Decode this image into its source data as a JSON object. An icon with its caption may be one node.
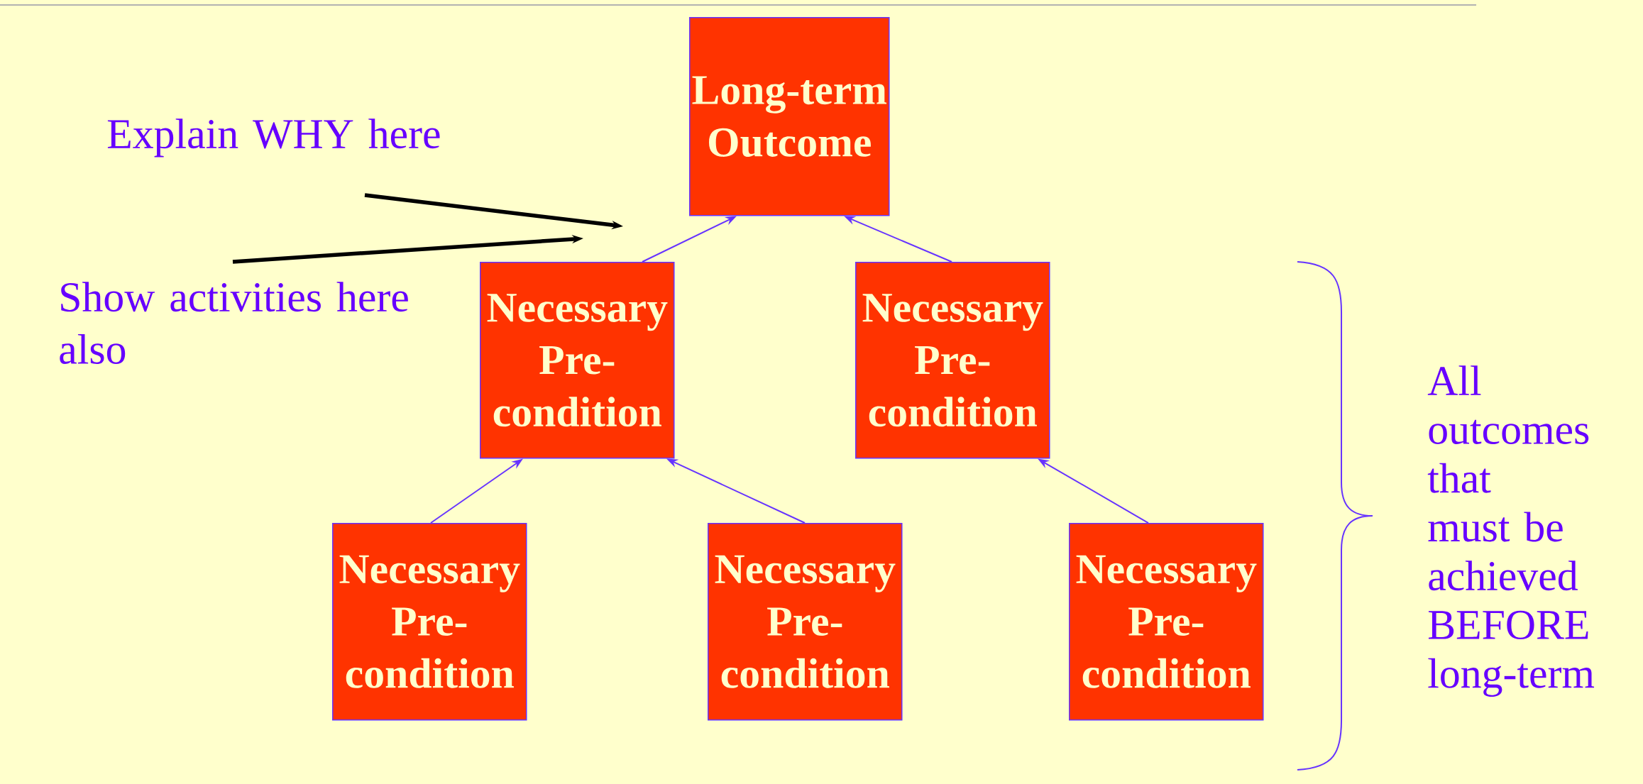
{
  "diagram": {
    "nodes": [
      {
        "text": [
          "Long-term Outcome"
        ]
      },
      {
        "text": [
          "Explain WHY here"
        ]
      },
      {
        "text": [
          "Show activities here also"
        ]
      },
      {
        "text": [
          "Necessary Pre-condition"
        ]
      },
      {
        "text": [
          "Necessary Pre-condition"
        ]
      },
      {
        "text": [
          "Necessary Pre-condition"
        ]
      },
      {
        "text": [
          "Necessary Pre-condition"
        ]
      },
      {
        "text": [
          "Necessary Pre-condition"
        ]
      }
    ],
    "edges": [
      {
        "from": 1,
        "to": null,
        "arrow": "to",
        "style": "thick",
        "color": "#000000"
      },
      {
        "from": 2,
        "to": null,
        "arrow": "to",
        "style": "thick",
        "color": "#000000"
      },
      {
        "from": 3,
        "to": 0,
        "arrow": "to"
      },
      {
        "from": 4,
        "to": 0,
        "arrow": "to"
      },
      {
        "from": 5,
        "to": 3,
        "arrow": "to"
      },
      {
        "from": 6,
        "to": 3,
        "arrow": "to"
      },
      {
        "from": 7,
        "to": 4,
        "arrow": "to"
      }
    ],
    "labels": [
      "All outcomes that must be achieved BEFORE long-term"
    ]
  }
}
